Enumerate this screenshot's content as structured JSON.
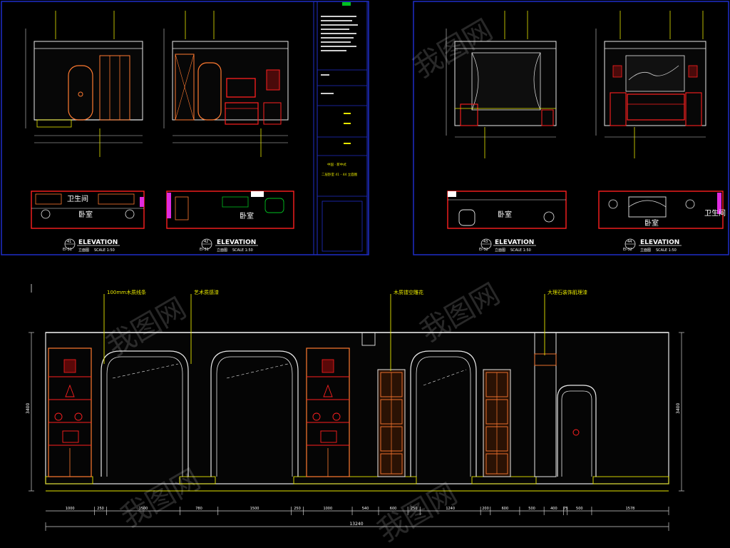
{
  "colors": {
    "background": "#000000",
    "frame": "#2a3ad8",
    "wall": "#e8e8e8",
    "dim": "#cfcfcf",
    "leader": "#e6e600",
    "furniture": "#ff2020",
    "woodwork": "#ff7a30",
    "accent": "#e02be0",
    "sheet_border": "#1f2ec8",
    "badge": "#2a3ad8",
    "stamp": "#00c020"
  },
  "sheet1": {
    "elev1": {
      "num": "41",
      "code": "EI-31",
      "title": "ELEVATION",
      "sub": "立面图",
      "scale": "SCALE 1:50"
    },
    "elev2": {
      "num": "42",
      "code": "EI-31",
      "title": "ELEVATION",
      "sub": "立面图",
      "scale": "SCALE 1:50"
    },
    "plan1": {
      "room1": "卫生间",
      "room2": "卧室"
    },
    "plan2": {
      "room1": "卧室"
    }
  },
  "sheet2": {
    "elev1": {
      "num": "43",
      "code": "EI-32",
      "title": "ELEVATION",
      "sub": "立面图",
      "scale": "SCALE 1:50"
    },
    "elev2": {
      "num": "44",
      "code": "EI-32",
      "title": "ELEVATION",
      "sub": "立面图",
      "scale": "SCALE 1:50"
    },
    "plan1": {
      "room1": "卧室"
    },
    "plan2": {
      "room1": "卫生间",
      "room2": "卧室"
    }
  },
  "titleblock": {
    "note1": "中国 · 新中式",
    "note2": "二层卧室 41 - 44 立面图"
  },
  "main_elevation": {
    "callouts": [
      "100mm木质线条",
      "艺术质感漆",
      "木质镂空雕花",
      "大理石装饰肌理漆"
    ],
    "height_left": "3400",
    "height_right": "3400",
    "dims": [
      "1000",
      "250",
      "1500",
      "780",
      "1500",
      "250",
      "1000",
      "540",
      "600",
      "250",
      "1240",
      "200",
      "600",
      "500",
      "400",
      "75",
      "500",
      "1578"
    ],
    "total": "13240"
  },
  "watermark": "我图网"
}
